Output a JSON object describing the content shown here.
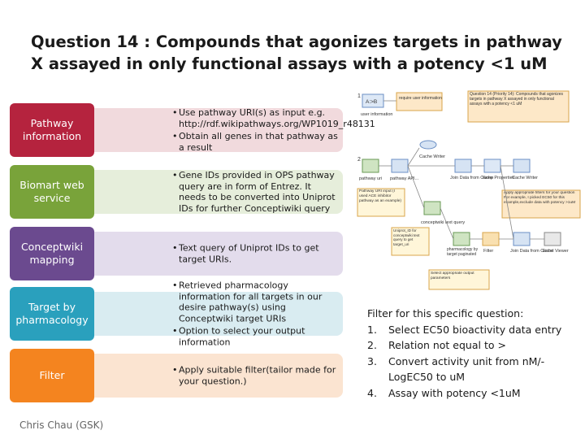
{
  "title": "Question 14 : Compounds that agonizes targets in pathway X assayed in only functional assays with a potency <1 uM",
  "rows": [
    {
      "category": "Pathway information",
      "bullets": [
        "Use pathway URI(s) as input e.g. http://rdf.wikipathways.org/WP1019_r48131",
        "Obtain all genes in that pathway as a result"
      ]
    },
    {
      "category": "Biomart web service",
      "bullets": [
        "Gene IDs provided in OPS pathway query are in form of Entrez. It needs to be converted into Uniprot IDs for further Conceptiwiki query"
      ]
    },
    {
      "category": "Conceptwiki mapping",
      "bullets": [
        "Text query of Uniprot IDs to  get target URIs."
      ]
    },
    {
      "category": "Target by pharmacology",
      "bullets": [
        "Retrieved pharmacology information for all targets in our desire pathway(s) using Conceptwiki target URIs",
        "Option to select your output information"
      ]
    },
    {
      "category": "Filter",
      "bullets": [
        "Apply suitable filter(tailor made for your question.)"
      ]
    }
  ],
  "filter_steps": {
    "heading": "Filter for this specific question:",
    "items": [
      {
        "num": "1.",
        "text": "Select EC50 bioactivity data entry"
      },
      {
        "num": "2.",
        "text": "Relation not equal to >"
      },
      {
        "num": "3.",
        "text": "Convert activity unit from nM/-LogEC50 to uM"
      },
      {
        "num": "4.",
        "text": "Assay with potency <1uM"
      }
    ]
  },
  "author": "Chris Chau (GSK)",
  "workflow": {
    "step_1": "1",
    "step_2": "2",
    "user_info_node": "user information",
    "require_note": "require user information",
    "question_note": "Question 14 (Priority 14): Compounds that agonizes targets in pathway X assayed in only functional assays with a potency <1 uM",
    "pathway_input_note": "Pathway URI input (I used ACE inhibitor pathway as an example)",
    "uniprot_note": "Uniprot_ID for conceptwiki text query to get target_uri",
    "filter_note": "Apply appropriate filters for your question For example, I picked EC50 for this example,exclude data with potency >1uM",
    "output_note": "Select appropriate output parameters",
    "node_labels": {
      "pathway_uri": "pathway uri",
      "pathway_api": "pathway API...",
      "cache_writer": "Cache Writer",
      "join_data": "Join Data from Cache",
      "keep_props": "Keep Properties",
      "cache_writer_2": "Cache Writer",
      "conceptwiki": "conceptwiki text query",
      "pharmacology": "pharmacology by target paginated",
      "filter": "Filter",
      "join_data_2": "Join Data from Cache",
      "excel": "Excel Viewer"
    },
    "ab_label": "A:>B"
  }
}
